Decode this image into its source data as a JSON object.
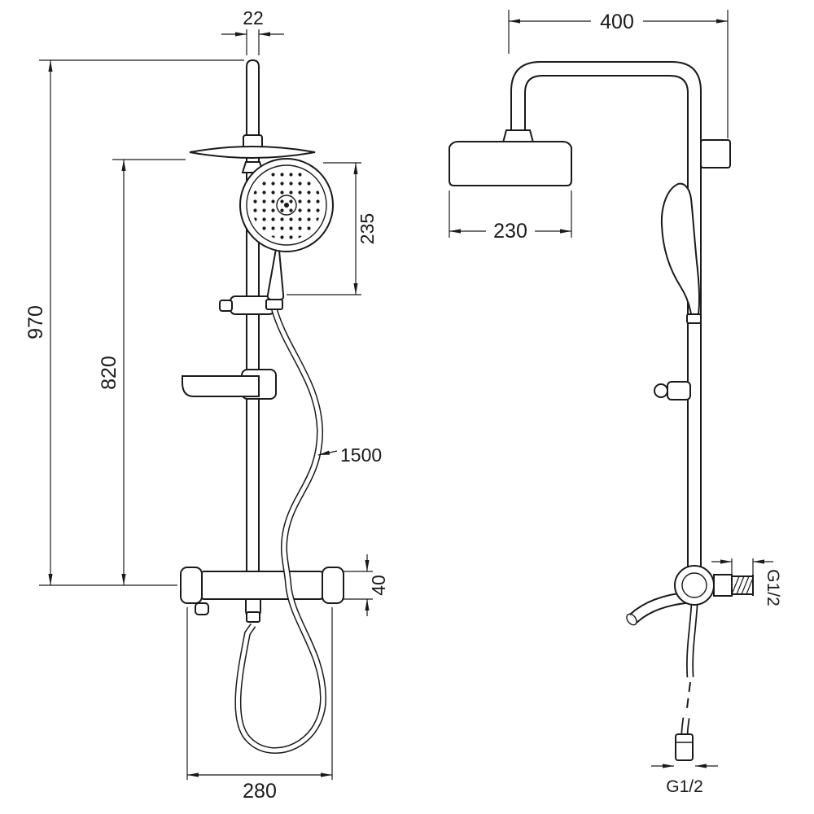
{
  "drawing": {
    "line_color": "#1a1a1a",
    "background": "#ffffff"
  },
  "dims": {
    "front": {
      "pipe_width": "22",
      "total_height": "970",
      "column_height": "820",
      "hand_shower_length": "235",
      "hose_length": "1500",
      "mixer_height": "40",
      "mixer_width": "280"
    },
    "side": {
      "arm_reach": "400",
      "head_width": "230",
      "inlet_thread": "G1/2",
      "hose_thread": "G1/2"
    }
  }
}
